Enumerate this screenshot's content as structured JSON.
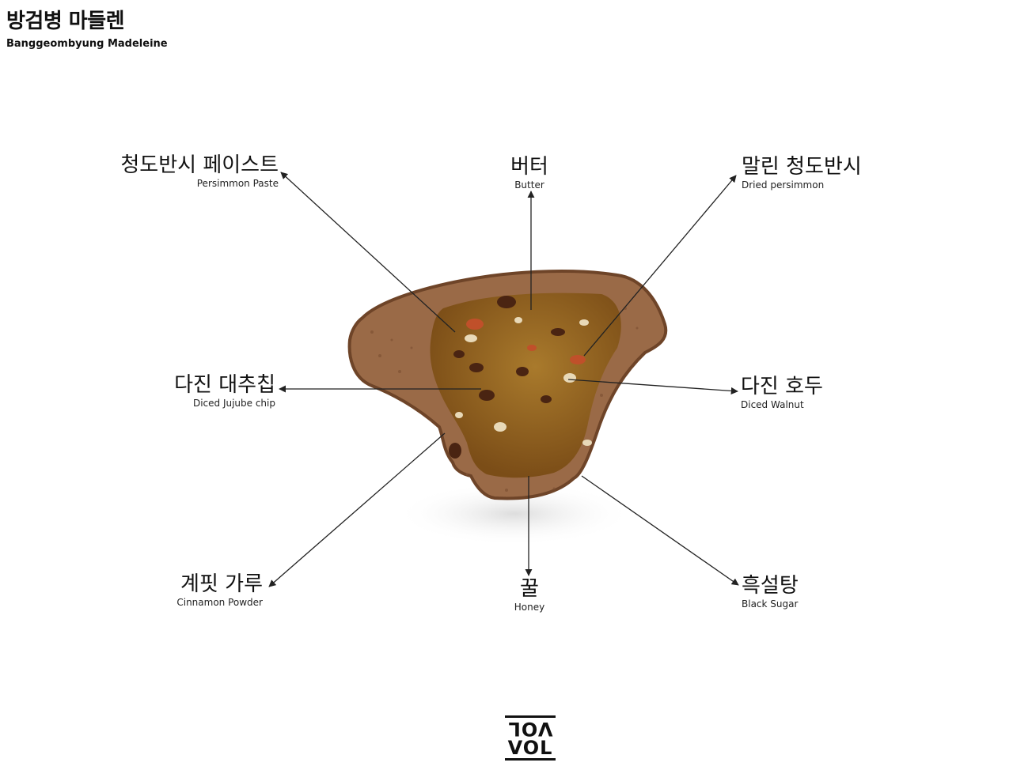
{
  "header": {
    "title": "방검병 마들렌",
    "subtitle": "Banggeombyung Madeleine"
  },
  "labels": {
    "persimmon_paste": {
      "ko": "청도반시 페이스트",
      "en": "Persimmon Paste"
    },
    "butter": {
      "ko": "버터",
      "en": "Butter"
    },
    "dried_persimmon": {
      "ko": "말린 청도반시",
      "en": "Dried persimmon"
    },
    "jujube": {
      "ko": "다진 대추칩",
      "en": "Diced Jujube chip"
    },
    "walnut": {
      "ko": "다진 호두",
      "en": "Diced Walnut"
    },
    "cinnamon": {
      "ko": "계핏 가루",
      "en": "Cinnamon Powder"
    },
    "honey": {
      "ko": "꿀",
      "en": "Honey"
    },
    "black_sugar": {
      "ko": "흑설탕",
      "en": "Black Sugar"
    }
  },
  "logo": {
    "text_top": "VOL",
    "text_bottom": "VOL"
  },
  "colors": {
    "crust": "#9a6a47",
    "crust_dark": "#6e4428",
    "filling": "#8a5a1e",
    "filling_light": "#a77325",
    "nut": "#e8d9b8",
    "fruit": "#4a2412",
    "arrow": "#222222"
  }
}
